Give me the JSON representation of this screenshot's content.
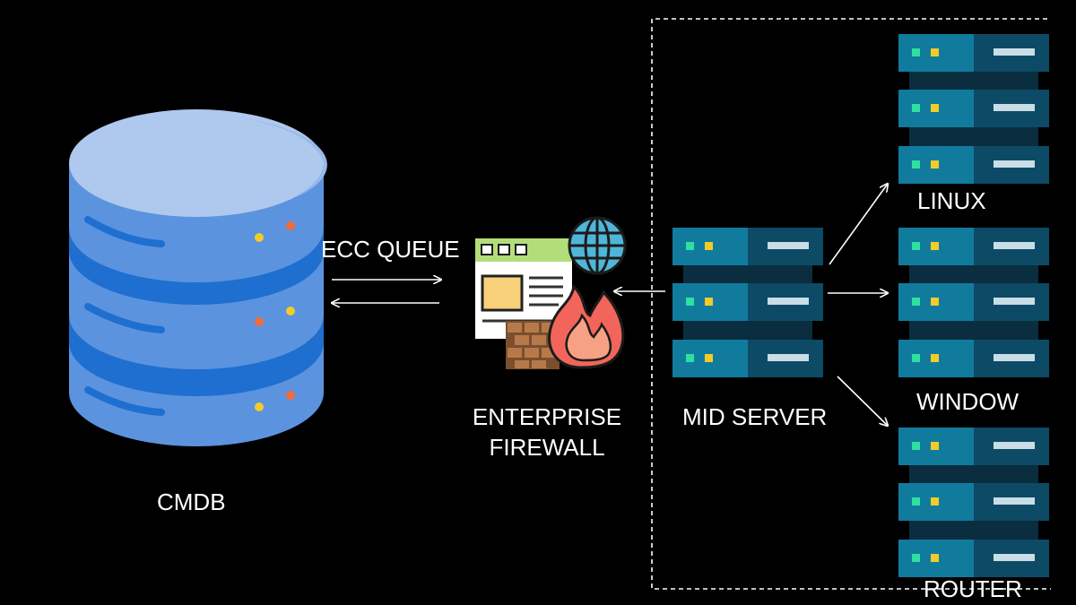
{
  "labels": {
    "cmdb": "CMDB",
    "ecc_queue": "ECC QUEUE",
    "firewall_line1": "ENTERPRISE",
    "firewall_line2": "FIREWALL",
    "mid_server": "MID SERVER",
    "linux": "LINUX",
    "window": "WINDOW",
    "router": "ROUTER"
  },
  "colors": {
    "background": "#000000",
    "db_light": "#aec8ee",
    "db_mid": "#5b93df",
    "db_dark": "#1e6fd0",
    "server_teal": "#117b9e",
    "server_dark": "#0d4a66",
    "server_gap": "#0a2e3f",
    "led_green": "#2fe0a0",
    "led_yellow": "#f3cc28",
    "firewall_flame": "#f2655a",
    "globe": "#4fb6da",
    "connector": "#ffffff"
  },
  "icons": {
    "database": "database-icon",
    "firewall": "firewall-icon",
    "server": "server-rack-icon",
    "globe": "globe-icon"
  }
}
